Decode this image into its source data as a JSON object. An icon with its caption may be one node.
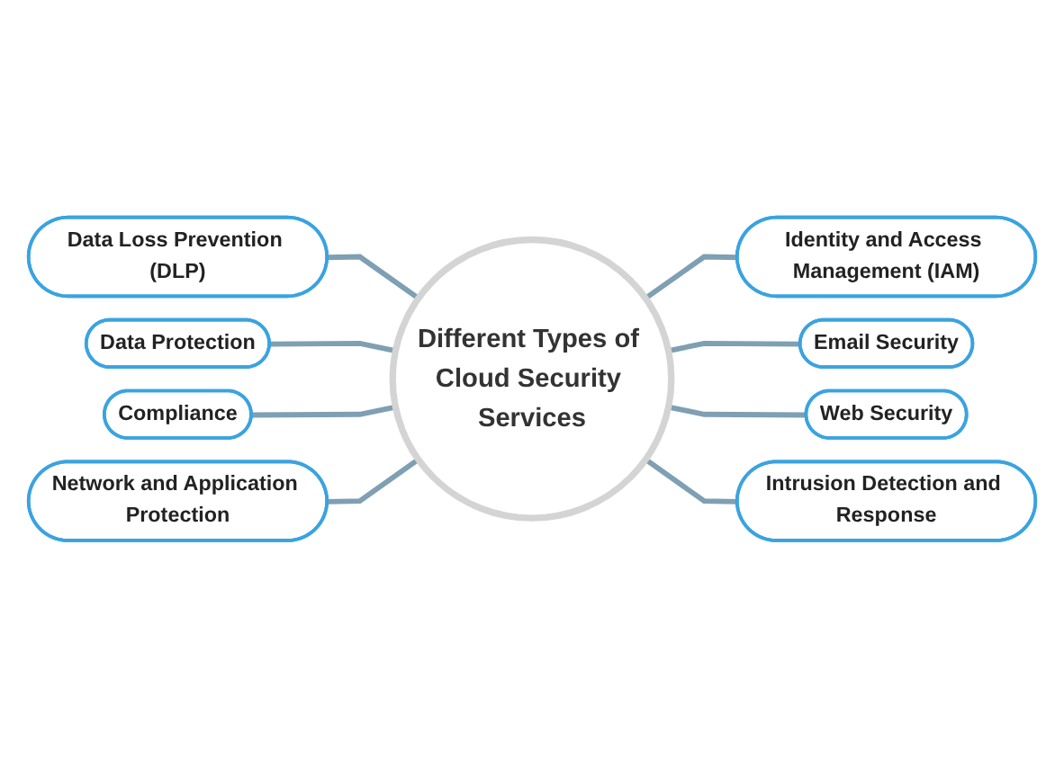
{
  "diagram": {
    "nodes": [
      {
        "text": [
          "Data Loss Prevention (DLP)"
        ]
      },
      {
        "text": [
          "Identity and Access Management (IAM)"
        ]
      },
      {
        "text": [
          "Data Protection"
        ]
      },
      {
        "text": [
          "Different Types of Cloud Security Services"
        ]
      },
      {
        "text": [
          "Email Security"
        ]
      },
      {
        "text": [
          "Compliance"
        ]
      },
      {
        "text": [
          "Web Security"
        ]
      },
      {
        "text": [
          "Network and Application Protection"
        ]
      },
      {
        "text": [
          "Intrusion Detection and Response"
        ]
      }
    ],
    "edges": [
      {
        "from": 0,
        "to": 3,
        "arrow": "none"
      },
      {
        "from": 3,
        "to": 1,
        "arrow": "none"
      },
      {
        "from": 2,
        "to": 3,
        "arrow": "none"
      },
      {
        "from": 3,
        "to": 4,
        "arrow": "none"
      },
      {
        "from": 5,
        "to": 3,
        "arrow": "none"
      },
      {
        "from": 3,
        "to": 6,
        "arrow": "none"
      },
      {
        "from": 7,
        "to": 3,
        "arrow": "none"
      },
      {
        "from": 3,
        "to": 8,
        "arrow": "none"
      }
    ]
  }
}
